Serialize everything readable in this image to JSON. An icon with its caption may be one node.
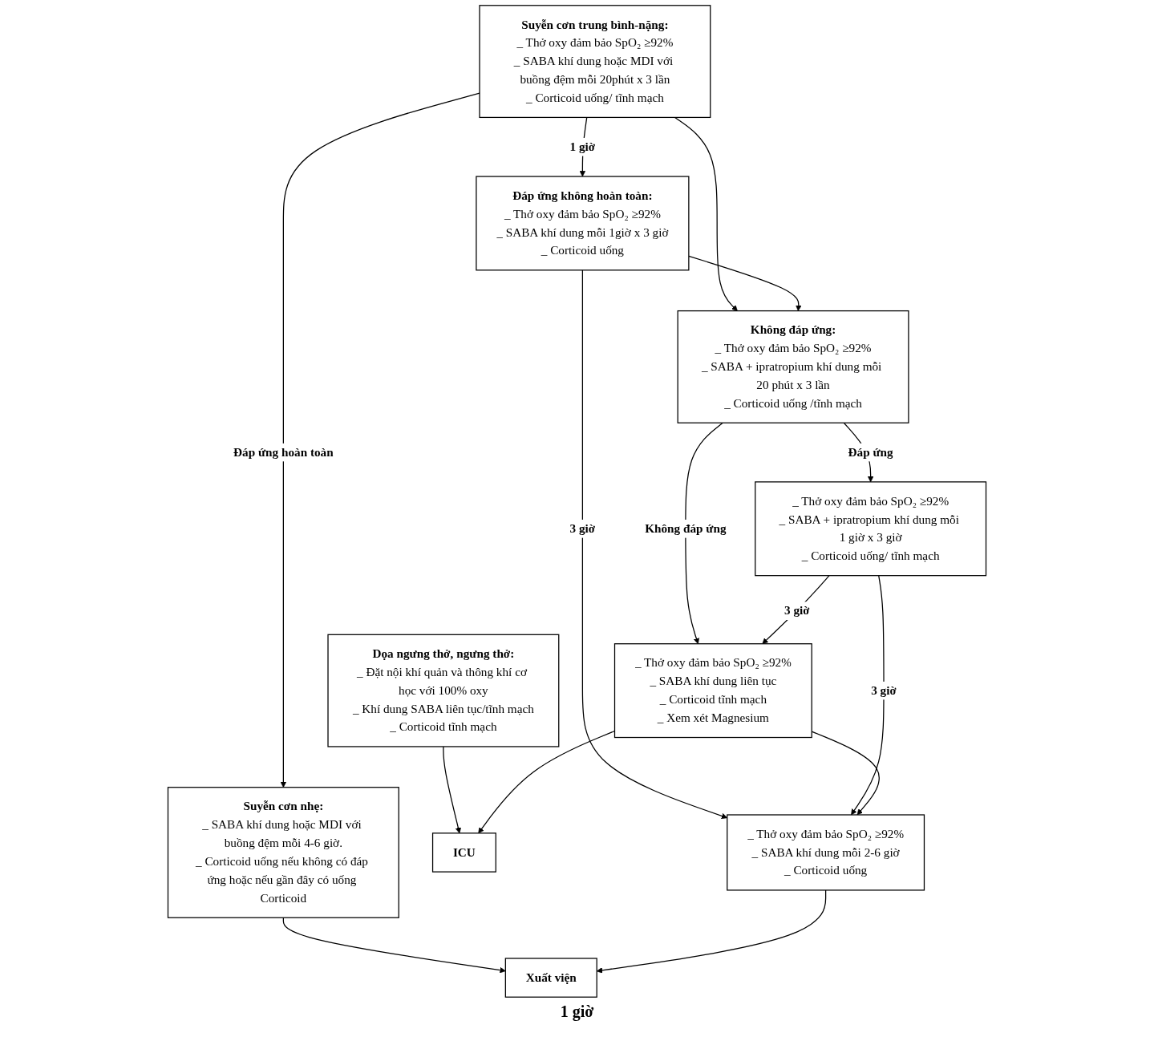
{
  "diagram": {
    "nodes": [
      {
        "text": [
          "Suyễn cơn nhẹ:",
          "_ SABA khí dung hoặc MDI với buồng đệm mỗi 4-6 giờ.",
          "_ Corticoid uống nếu không có đáp ứng hoặc nếu gần đây có uống Corticoid"
        ]
      },
      {
        "text": [
          "Suyễn cơn trung bình-nặng:",
          "_ Thở oxy đảm bảo SpO₂ ≥92%",
          "_ SABA khí dung hoặc MDI với buồng đệm mỗi 20phút x 3 lần",
          "_ Corticoid uống/ tĩnh mạch"
        ]
      },
      {
        "text": [
          "Dọa ngưng thở, ngưng thở:",
          "_ Đặt nội khí quản và thông khí cơ học với 100% oxy",
          "_ Khí dung SABA liên tục/tĩnh mạch",
          "_ Corticoid tĩnh mạch"
        ]
      },
      {
        "text": [
          "Xuất viện"
        ]
      },
      {
        "text": [
          "ICU"
        ]
      },
      {
        "text": [
          "Đáp ứng không hoàn toàn:",
          "_ Thở oxy đảm bảo SpO₂ ≥92%",
          "_ SABA khí dung mỗi 1giờ x 3 giờ",
          "_ Corticoid uống"
        ]
      },
      {
        "text": [
          "Không đáp ứng:",
          "_ Thở oxy đảm bảo SpO₂ ≥92%",
          "_ SABA + ipratropium khí dung mỗi 20 phút x 3 lần",
          "_ Corticoid uống /tĩnh mạch"
        ]
      },
      {
        "text": [
          "_ Thở oxy đảm bảo SpO₂ ≥92%",
          "_ SABA khí dung mỗi 2-6 giờ",
          "_ Corticoid uống"
        ]
      },
      {
        "text": [
          "_ Thở oxy đảm bảo SpO₂ ≥92%",
          "_ SABA + ipratropium khí dung mỗi 1 giờ x 3 giờ",
          "_ Corticoid uống/ tĩnh mạch"
        ]
      },
      {
        "text": [
          "_ Thở oxy đảm bảo SpO₂ ≥92%",
          "_ SABA khí dung liên tục",
          "_ Corticoid tĩnh mạch",
          "_ Xem xét Magnesium"
        ]
      }
    ],
    "edges": [
      {
        "from": 0,
        "to": 3,
        "arrow": "to"
      },
      {
        "from": 2,
        "to": 4,
        "arrow": "to"
      },
      {
        "from": 1,
        "to": 0,
        "arrow": "to",
        "label": "Đáp ứng hoàn toàn"
      },
      {
        "from": 1,
        "to": 5,
        "arrow": "to",
        "label": "1 giờ"
      },
      {
        "from": 1,
        "to": 6,
        "arrow": "to"
      },
      {
        "from": 5,
        "to": 6,
        "arrow": "to"
      },
      {
        "from": 5,
        "to": 7,
        "arrow": "to",
        "label": "3 giờ"
      },
      {
        "from": 6,
        "to": 8,
        "arrow": "to",
        "label": "Đáp ứng"
      },
      {
        "from": 6,
        "to": 9,
        "arrow": "to",
        "label": "Không đáp ứng"
      },
      {
        "from": 8,
        "to": 7,
        "arrow": "to",
        "label": "3 giờ"
      },
      {
        "from": 8,
        "to": 9,
        "arrow": "to",
        "label": "3 giờ"
      },
      {
        "from": 7,
        "to": 3,
        "arrow": "to"
      },
      {
        "from": 9,
        "to": 4,
        "arrow": "to"
      },
      {
        "from": 9,
        "to": 7,
        "arrow": "to"
      }
    ],
    "labels": [
      "1 giờ"
    ]
  }
}
